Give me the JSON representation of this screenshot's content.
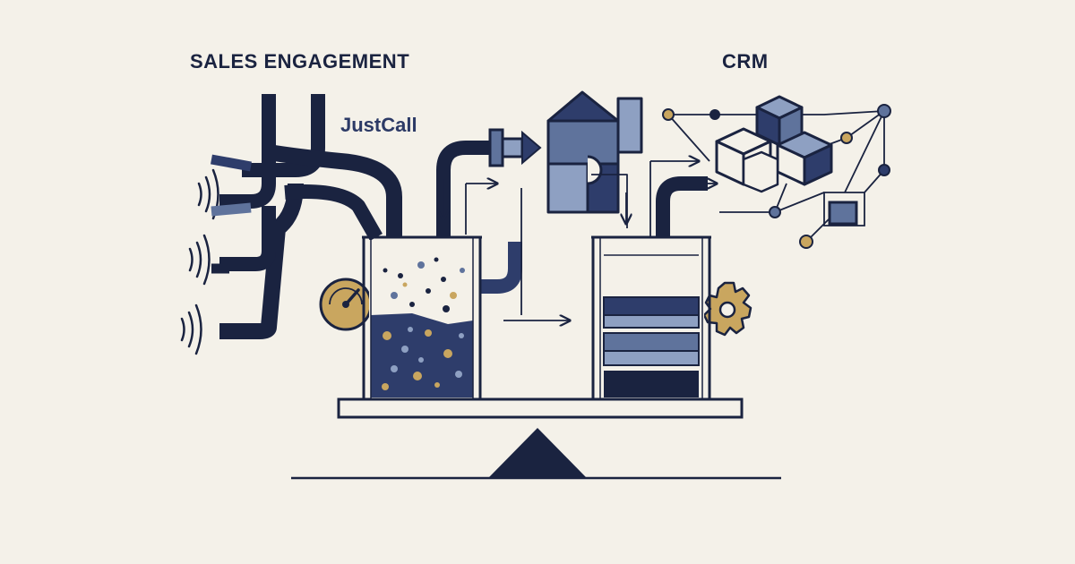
{
  "labels": {
    "left_title": "SALES ENGAGEMENT",
    "right_title": "CRM",
    "brand": "JustCall"
  },
  "colors": {
    "background": "#f4f1e9",
    "navy": "#1a2340",
    "deep_blue": "#2e3d6b",
    "slate_blue": "#5f739c",
    "light_blue": "#8ea0c2",
    "gold": "#c9a65f"
  },
  "icons": [
    "sound-wave-icon",
    "pressure-gauge-icon",
    "gear-icon",
    "arrow-icon",
    "network-node-icon",
    "cube-icon"
  ]
}
